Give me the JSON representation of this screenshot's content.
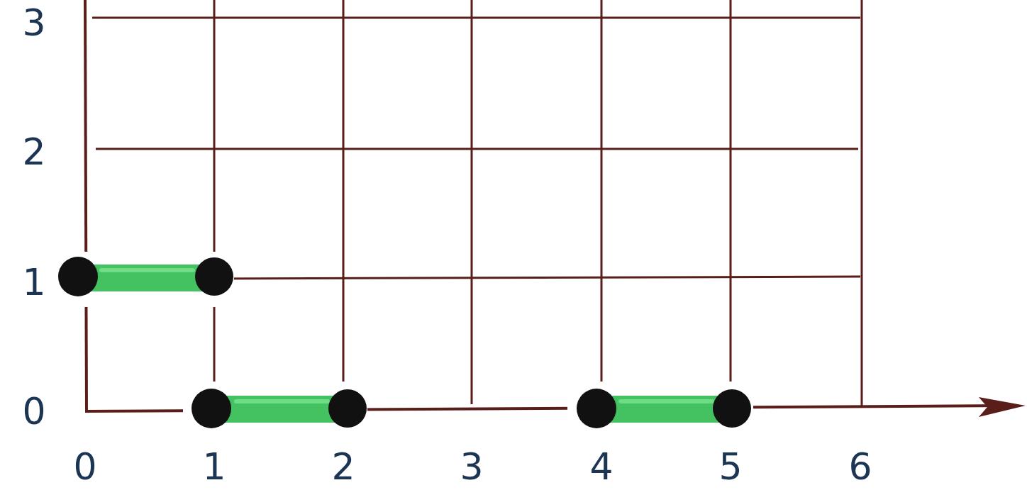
{
  "diagram": {
    "labels": [
      "3",
      "2",
      "1",
      "0",
      "0",
      "1",
      "2",
      "3",
      "4",
      "5",
      "6"
    ]
  }
}
